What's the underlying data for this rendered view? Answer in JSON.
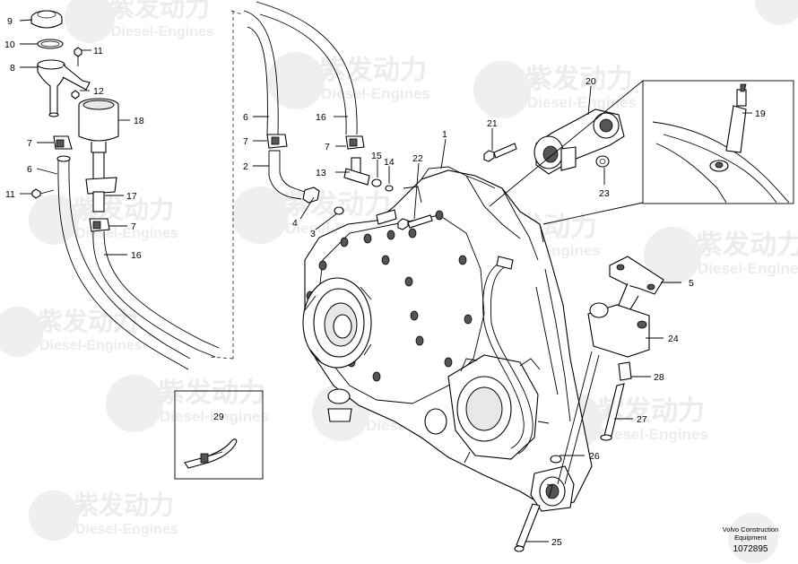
{
  "watermark": {
    "cn": "紫发动力",
    "en": "Diesel-Engines"
  },
  "callouts": [
    "1",
    "2",
    "3",
    "4",
    "5",
    "6",
    "7",
    "8",
    "9",
    "10",
    "11",
    "12",
    "13",
    "14",
    "15",
    "16",
    "17",
    "18",
    "19",
    "20",
    "21",
    "22",
    "23",
    "24",
    "25",
    "26",
    "27",
    "28",
    "29"
  ],
  "footer": {
    "line1": "Volvo Construction",
    "line2": "Equipment",
    "code": "1072895"
  }
}
